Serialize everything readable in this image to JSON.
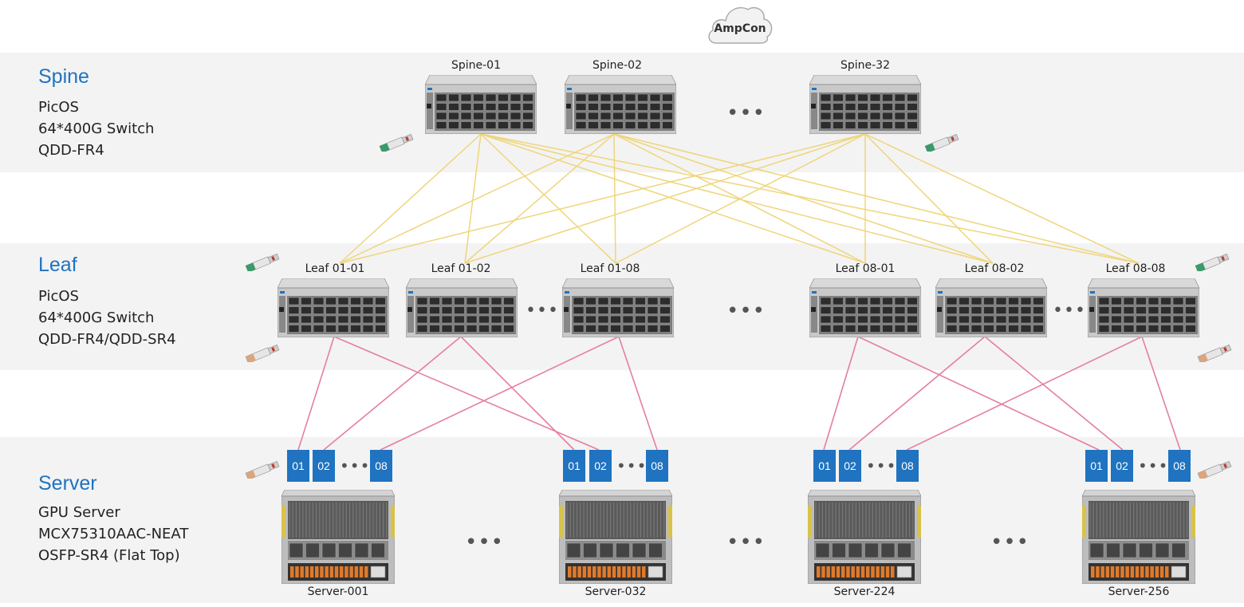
{
  "controller": {
    "name": "AmpCon"
  },
  "tiers": {
    "spine": {
      "title": "Spine",
      "lines": [
        "PicOS",
        "64*400G Switch",
        "QDD-FR4"
      ]
    },
    "leaf": {
      "title": "Leaf",
      "lines": [
        "PicOS",
        "64*400G Switch",
        "QDD-FR4/QDD-SR4"
      ]
    },
    "server": {
      "title": "Server",
      "lines": [
        "GPU Server",
        "MCX75310AAC-NEAT",
        "OSFP-SR4 (Flat Top)"
      ]
    }
  },
  "spines": [
    "Spine-01",
    "Spine-02",
    "Spine-32"
  ],
  "leaves": [
    "Leaf 01-01",
    "Leaf 01-02",
    "Leaf 01-08",
    "Leaf 08-01",
    "Leaf 08-02",
    "Leaf 08-08"
  ],
  "servers": [
    "Server-001",
    "Server-032",
    "Server-224",
    "Server-256"
  ],
  "ports": [
    "01",
    "02",
    "08"
  ],
  "ellipsis": "•••",
  "colors": {
    "title": "#1f73c0",
    "port": "#1f73c0",
    "spine_leaf_link": "#efd57a",
    "leaf_server_link": "#e57ea0",
    "band": "#f3f3f3"
  },
  "icons": [
    "cloud-icon",
    "switch-icon",
    "server-icon",
    "transceiver-icon"
  ]
}
